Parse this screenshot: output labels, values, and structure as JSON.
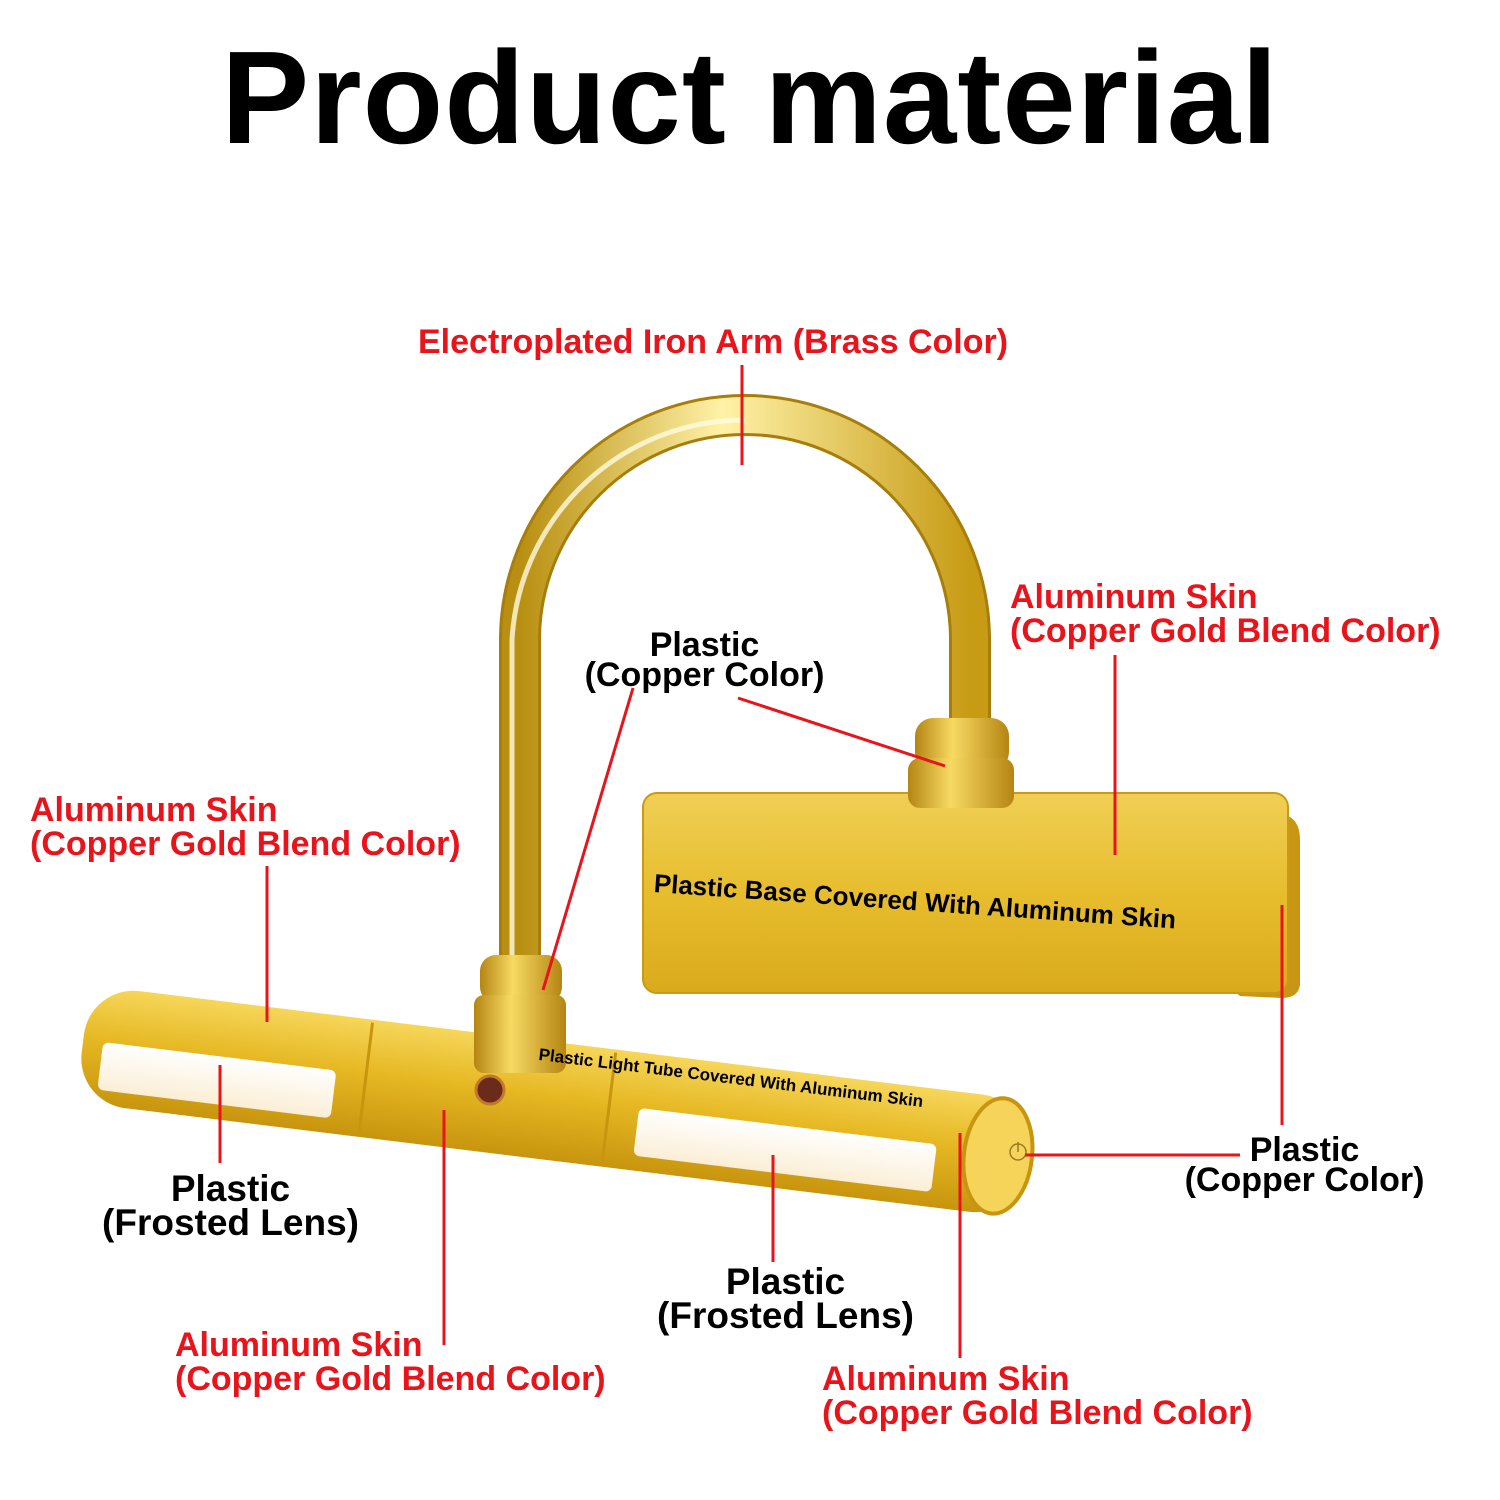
{
  "title": "Product material",
  "colors": {
    "label_red": "#e8141b",
    "label_black": "#000000",
    "leader_red": "#e8141b",
    "metal_gold": "#e3b92a"
  },
  "labels": {
    "arm": "Electroplated Iron Arm (Brass Color)",
    "plastic_copper_top": {
      "line1": "Plastic",
      "line2": "(Copper Color)"
    },
    "skin_base": {
      "line1": "Aluminum Skin",
      "line2": "(Copper Gold Blend Color)"
    },
    "skin_tube_left": {
      "line1": "Aluminum Skin",
      "line2": "(Copper Gold Blend Color)"
    },
    "base_text": "Plastic Base Covered With Aluminum Skin",
    "tube_text": "Plastic Light Tube Covered With Aluminum Skin",
    "plastic_copper_right": {
      "line1": "Plastic",
      "line2": "(Copper Color)"
    },
    "lens_left": {
      "line1": "Plastic",
      "line2": "(Frosted Lens)"
    },
    "lens_mid": {
      "line1": "Plastic",
      "line2": "(Frosted Lens)"
    },
    "skin_tube_bottom": {
      "line1": "Aluminum Skin",
      "line2": "(Copper Gold Blend Color)"
    },
    "skin_tube_end": {
      "line1": "Aluminum Skin",
      "line2": "(Copper Gold Blend Color)"
    }
  }
}
